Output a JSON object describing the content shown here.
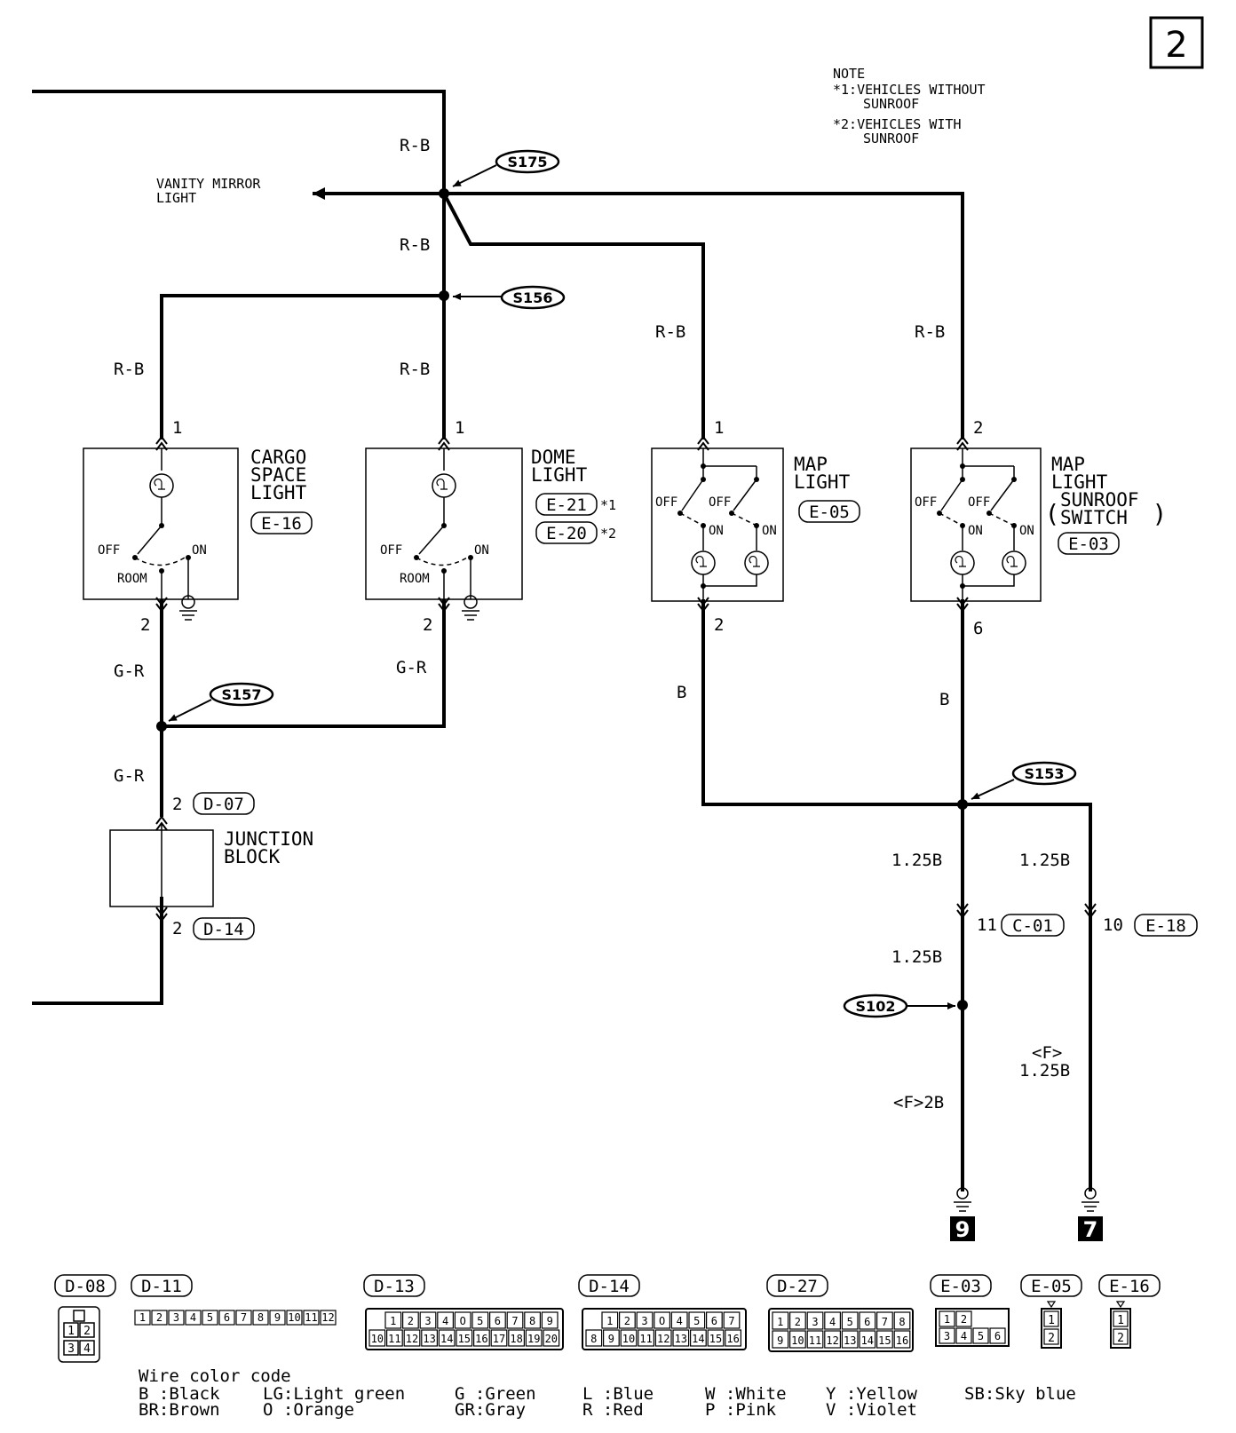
{
  "page_number": "2",
  "note": {
    "title": "NOTE",
    "n1_line1": "*1:VEHICLES WITHOUT",
    "n1_line2": "SUNROOF",
    "n2_line1": "*2:VEHICLES WITH",
    "n2_line2": "SUNROOF"
  },
  "wire_labels": {
    "rb": "R-B",
    "gr": "G-R",
    "b": "B",
    "b125": "1.25B",
    "f2b": "<F>2B",
    "f_prefix": "<F>"
  },
  "splices": {
    "s175": "S175",
    "s156": "S156",
    "s157": "S157",
    "s153": "S153",
    "s102": "S102"
  },
  "vanity": {
    "line1": "VANITY MIRROR",
    "line2": "LIGHT"
  },
  "cargo": {
    "line1": "CARGO",
    "line2": "SPACE",
    "line3": "LIGHT",
    "conn": "E-16",
    "pin_top": "1",
    "pin_bottom": "2",
    "off": "OFF",
    "on": "ON",
    "room": "ROOM"
  },
  "dome": {
    "line1": "DOME",
    "line2": "LIGHT",
    "conn1": "E-21",
    "star1": "*1",
    "conn2": "E-20",
    "star2": "*2",
    "pin_top": "1",
    "pin_bottom": "2",
    "off": "OFF",
    "on": "ON",
    "room": "ROOM"
  },
  "map": {
    "line1": "MAP",
    "line2": "LIGHT",
    "conn": "E-05",
    "pin_top": "1",
    "pin_bottom": "2",
    "off": "OFF",
    "on": "ON"
  },
  "map_sunroof": {
    "line1": "MAP",
    "line2": "LIGHT",
    "line3": "SUNROOF",
    "line4": "SWITCH",
    "conn": "E-03",
    "pin_top": "2",
    "pin_bottom": "6",
    "off": "OFF",
    "on": "ON"
  },
  "junction": {
    "line1": "JUNCTION",
    "line2": "BLOCK",
    "conn_top": "D-07",
    "conn_bottom": "D-14",
    "pin_top": "2",
    "pin_bottom": "2"
  },
  "connectors_lower": {
    "c01": "C-01",
    "c01_pin": "11",
    "e18": "E-18",
    "e18_pin": "10"
  },
  "grounds": {
    "g9": "9",
    "g7": "7"
  },
  "connector_views": {
    "d08": {
      "label": "D-08",
      "pins": [
        "1",
        "2",
        "3",
        "4"
      ]
    },
    "d11": {
      "label": "D-11",
      "pins": [
        "1",
        "2",
        "3",
        "4",
        "5",
        "6",
        "7",
        "8",
        "9",
        "10",
        "11",
        "12"
      ]
    },
    "d13": {
      "label": "D-13",
      "row1": [
        "1",
        "2",
        "3",
        "4",
        "O",
        "5",
        "6",
        "7",
        "8",
        "9"
      ],
      "row2": [
        "10",
        "11",
        "12",
        "13",
        "14",
        "15",
        "16",
        "17",
        "18",
        "19",
        "20"
      ]
    },
    "d14": {
      "label": "D-14",
      "row1": [
        "1",
        "2",
        "3",
        "O",
        "4",
        "5",
        "6",
        "7"
      ],
      "row2": [
        "8",
        "9",
        "10",
        "11",
        "12",
        "13",
        "14",
        "15",
        "16"
      ]
    },
    "d27": {
      "label": "D-27",
      "row1": [
        "1",
        "2",
        "3",
        "4",
        "5",
        "6",
        "7",
        "8"
      ],
      "row2": [
        "9",
        "10",
        "11",
        "12",
        "13",
        "14",
        "15",
        "16"
      ]
    },
    "e03": {
      "label": "E-03",
      "row1": [
        "1",
        "2"
      ],
      "row2": [
        "3",
        "4",
        "5",
        "6"
      ]
    },
    "e05": {
      "label": "E-05",
      "pins": [
        "1",
        "2"
      ]
    },
    "e16": {
      "label": "E-16",
      "pins": [
        "1",
        "2"
      ]
    }
  },
  "wire_color_code": {
    "title": "Wire color code",
    "entries": [
      {
        "code": "B",
        "sep": " :",
        "name": "Black"
      },
      {
        "code": "BR",
        "sep": ":",
        "name": "Brown"
      },
      {
        "code": "LG",
        "sep": ":",
        "name": "Light green"
      },
      {
        "code": "O",
        "sep": " :",
        "name": "Orange"
      },
      {
        "code": "G",
        "sep": " :",
        "name": "Green"
      },
      {
        "code": "GR",
        "sep": ":",
        "name": "Gray"
      },
      {
        "code": "L",
        "sep": " :",
        "name": "Blue"
      },
      {
        "code": "R",
        "sep": " :",
        "name": "Red"
      },
      {
        "code": "W",
        "sep": " :",
        "name": "White"
      },
      {
        "code": "P",
        "sep": " :",
        "name": "Pink"
      },
      {
        "code": "Y",
        "sep": " :",
        "name": "Yellow"
      },
      {
        "code": "V",
        "sep": " :",
        "name": "Violet"
      },
      {
        "code": "SB",
        "sep": ":",
        "name": "Sky blue"
      }
    ]
  }
}
